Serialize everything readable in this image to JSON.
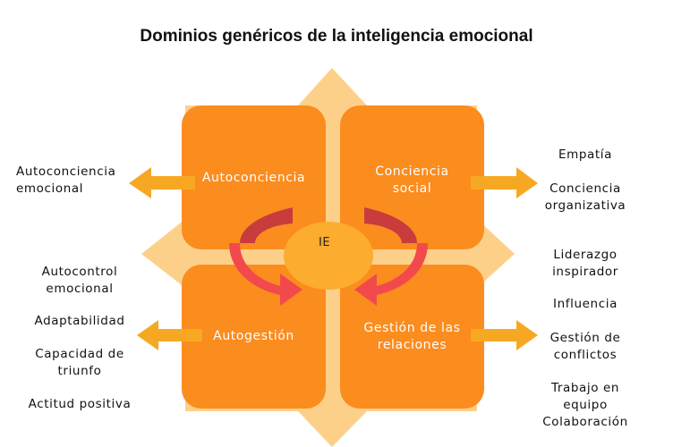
{
  "title": "Dominios genéricos de la inteligencia emocional",
  "colors": {
    "quadrant": "#fb8c1e",
    "diamond": "#fdd08a",
    "arrow": "#f7a823",
    "center": "#fcac2e",
    "swirl_dark": "#c83c3e",
    "swirl_light": "#f24a4c"
  },
  "center": {
    "label": "IE"
  },
  "quadrants": {
    "top_left": "Autoconciencia",
    "top_right": [
      "Conciencia",
      "social"
    ],
    "bottom_left": "Autogestión",
    "bottom_right": [
      "Gestión de las",
      "relaciones"
    ]
  },
  "left_top_items": [
    "Autoconciencia",
    "emocional"
  ],
  "left_bottom_items": [
    [
      "Autocontrol",
      "emocional"
    ],
    [
      "Adaptabilidad"
    ],
    [
      "Capacidad de",
      "triunfo"
    ],
    [
      "Actitud positiva"
    ]
  ],
  "right_top_items": [
    [
      "Empatía"
    ],
    [
      "Conciencia",
      "organizativa"
    ]
  ],
  "right_bottom_items": [
    [
      "Liderazgo",
      "inspirador"
    ],
    [
      "Influencia"
    ],
    [
      "Gestión de",
      "conflictos"
    ],
    [
      "Trabajo en",
      "equipo"
    ],
    [
      "Colaboración"
    ]
  ]
}
